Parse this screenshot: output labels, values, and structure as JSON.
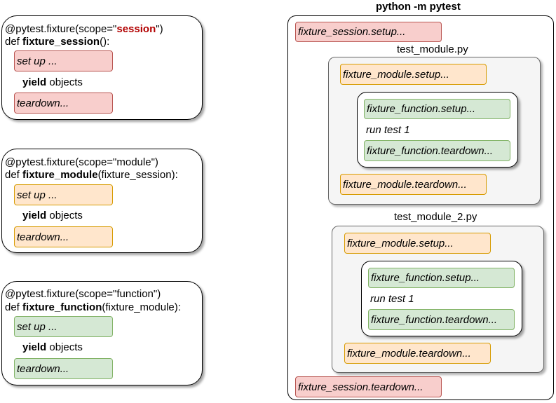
{
  "fixtures": [
    {
      "decorator_prefix": "@pytest.fixture(scope=\"",
      "scope": "session",
      "decorator_suffix": "\")",
      "def_kw": "def ",
      "name": "fixture_session",
      "params": "():",
      "setup": "set up ...",
      "yield_kw": "yield",
      "yield_rest": " objects",
      "teardown": "teardown..."
    },
    {
      "decorator": "@pytest.fixture(scope=\"module\")",
      "def_kw": "def ",
      "name": "fixture_module",
      "params": "(fixture_session):",
      "setup": "set up ...",
      "yield_kw": "yield",
      "yield_rest": " objects",
      "teardown": "teardown..."
    },
    {
      "decorator": "@pytest.fixture(scope=\"function\")",
      "def_kw": "def ",
      "name": "fixture_function",
      "params": "(fixture_module):",
      "setup": "set up ...",
      "yield_kw": "yield",
      "yield_rest": " objects",
      "teardown": "teardown..."
    }
  ],
  "execution": {
    "title": "python -m pytest",
    "session_setup": "fixture_session.setup...",
    "session_teardown": "fixture_session.teardown...",
    "modules": [
      {
        "name": "test_module.py",
        "module_setup": "fixture_module.setup...",
        "function_setup": "fixture_function.setup...",
        "run": "run test 1",
        "function_teardown": "fixture_function.teardown...",
        "module_teardown": "fixture_module.teardown..."
      },
      {
        "name": "test_module_2.py",
        "module_setup": "fixture_module.setup...",
        "function_setup": "fixture_function.setup...",
        "run": "run test 1",
        "function_teardown": "fixture_function.teardown...",
        "module_teardown": "fixture_module.teardown..."
      }
    ]
  },
  "colors": {
    "session": "#f8cecc",
    "module": "#ffe6cc",
    "function": "#d5e8d4",
    "scope_highlight": "#b20000"
  }
}
